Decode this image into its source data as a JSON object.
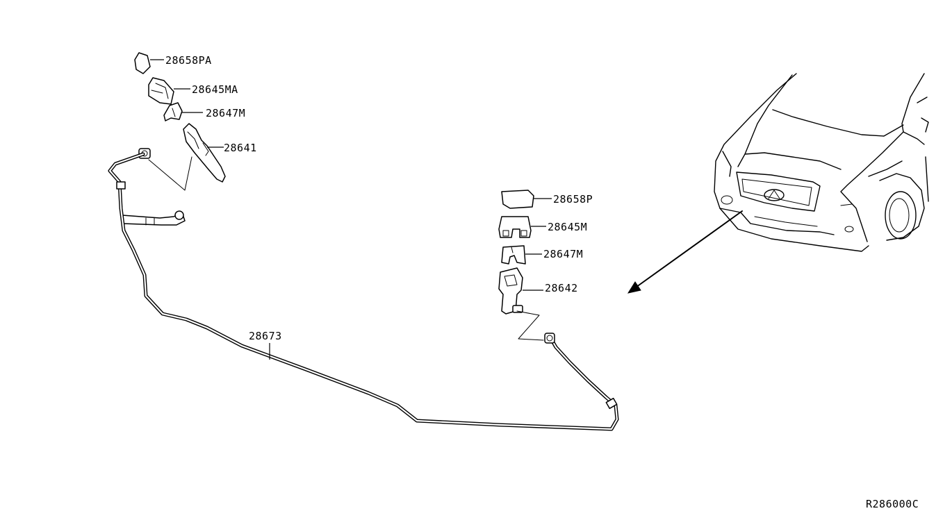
{
  "diagram": {
    "labels": {
      "nozzle_cap_a": "28658PA",
      "bracket_a": "28645MA",
      "clip_a": "28647M",
      "nozzle_assy_left": "28641",
      "nozzle_cap_b": "28658P",
      "bracket_b": "28645M",
      "clip_b": "28647M",
      "nozzle_assy_right": "28642",
      "hose": "28673"
    },
    "diagram_code": "R286000C"
  }
}
